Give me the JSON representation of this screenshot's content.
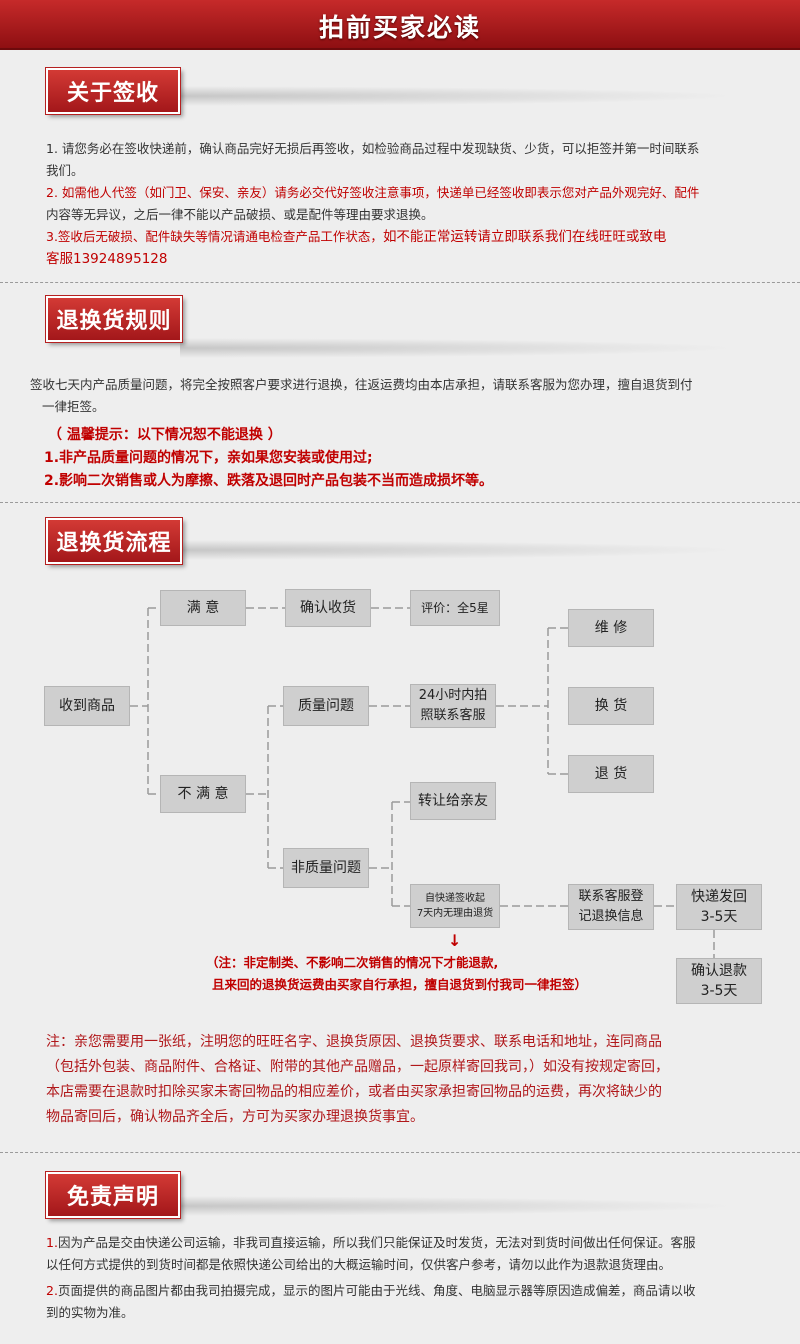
{
  "banner": {
    "title": "拍前买家必读"
  },
  "sign": {
    "title": "关于签收",
    "line1": "1. 请您务必在签收快递前，确认商品完好无损后再签收，如检验商品过程中发现缺货、少货，可以拒签并第一时间联系",
    "line1b": "我们。",
    "line2": "2. 如需他人代签（如门卫、保安、亲友）请务必交代好签收注意事项，快递单已经签收即表示您对产品外观完好、配件",
    "line2b": "内容等无异议，之后一律不能以产品破损、或是配件等理由要求退换。",
    "line3a": "3.签收后无破损、配件缺失等情况请通电检查产品工作状态，",
    "line3b": "如不能正常运转请立即联系我们在线旺旺或致电",
    "line3c": "客服13924895128"
  },
  "rules": {
    "title": "退换货规则",
    "line1": "签收七天内产品质量问题，将完全按照客户要求进行退换，往返运费均由本店承担，请联系客服为您办理，擅自退货到付",
    "line1b": "一律拒签。",
    "tip": "（ 温馨提示：以下情况恕不能退换 ）",
    "tip1": "1.非产品质量问题的情况下，亲如果您安装或使用过;",
    "tip2": "2.影响二次销售或人为摩擦、跌落及退回时产品包装不当而造成损坏等。"
  },
  "flow": {
    "title": "退换货流程",
    "received": "收到商品",
    "satisfied": "满 意",
    "unsatisfied": "不 满 意",
    "confirm_receipt": "确认收货",
    "rating": "评价：全5星",
    "quality": "质量问题",
    "within24_a": "24小时内拍",
    "within24_b": "照联系客服",
    "repair": "维 修",
    "exchange": "换 货",
    "refund": "退 货",
    "non_quality": "非质量问题",
    "transfer": "转让给亲友",
    "seven_days_a": "自快递签收起",
    "seven_days_b": "7天内无理由退货",
    "contact_a": "联系客服登",
    "contact_b": "记退换信息",
    "express_a": "快递发回",
    "express_b": "3-5天",
    "confirm_refund_a": "确认退款",
    "confirm_refund_b": "3-5天",
    "arrow": "↓",
    "note1": "（注：非定制类、不影响二次销售的情况下才能退款,",
    "note2": "且来回的退换货运费由买家自行承担，擅自退货到付我司一律拒签）"
  },
  "notice": {
    "l1": "注：亲您需要用一张纸，注明您的旺旺名字、退换货原因、退换货要求、联系电话和地址，连同商品",
    "l2": "（包括外包装、商品附件、合格证、附带的其他产品赠品，一起原样寄回我司，）如没有按规定寄回，",
    "l3": "本店需要在退款时扣除买家未寄回物品的相应差价，或者由买家承担寄回物品的运费，再次将缺少的",
    "l4": "物品寄回后，确认物品齐全后，方可为买家办理退换货事宜。"
  },
  "disclaimer": {
    "title": "免责声明",
    "n1": "1.",
    "l1": "因为产品是交由快递公司运输，非我司直接运输，所以我们只能保证及时发货，无法对到货时间做出任何保证。客服",
    "l1b": "以任何方式提供的到货时间都是依照快递公司给出的大概运输时间，仅供客户参考，请勿以此作为退款退货理由。",
    "n2": "2.",
    "l2": "页面提供的商品图片都由我司拍摄完成，显示的图片可能由于光线、角度、电脑显示器等原因造成偏差，商品请以收",
    "l2b": "到的实物为准。"
  }
}
